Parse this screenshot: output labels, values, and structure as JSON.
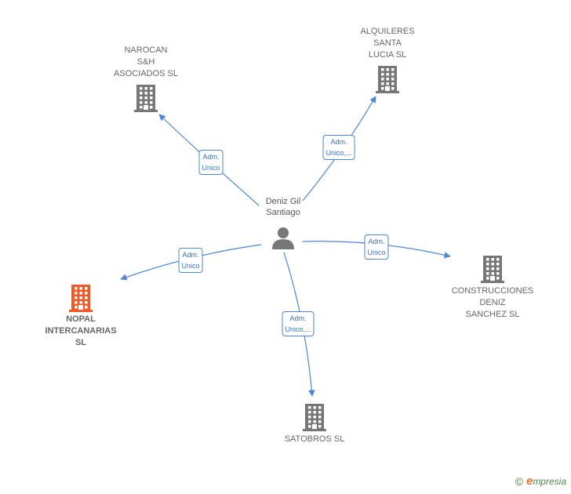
{
  "center": {
    "name_line1": "Deniz Gil",
    "name_line2": "Santiago",
    "icon": "person-icon"
  },
  "nodes": [
    {
      "id": "narocan",
      "label": "NAROCAN\nS&H\nASOCIADOS SL",
      "icon": "building-icon",
      "color": "#777777"
    },
    {
      "id": "alquileres",
      "label": "ALQUILERES\nSANTA\nLUCIA  SL",
      "icon": "building-icon",
      "color": "#777777"
    },
    {
      "id": "construcciones",
      "label": "CONSTRUCCIONES\nDENIZ\nSANCHEZ SL",
      "icon": "building-icon",
      "color": "#777777"
    },
    {
      "id": "satobros",
      "label": "SATOBROS SL",
      "icon": "building-icon",
      "color": "#777777"
    },
    {
      "id": "nopal",
      "label": "NOPAL\nINTERCANARIAS\nSL",
      "icon": "building-icon",
      "color": "#f05a28",
      "focus": true
    }
  ],
  "edges": [
    {
      "to": "narocan",
      "label": "Adm.\nUnico"
    },
    {
      "to": "alquileres",
      "label": "Adm.\nUnico,..."
    },
    {
      "to": "construcciones",
      "label": "Adm.\nUnico"
    },
    {
      "to": "satobros",
      "label": "Adm.\nUnico,..."
    },
    {
      "to": "nopal",
      "label": "Adm.\nUnico"
    }
  ],
  "footer": {
    "copyright": "©",
    "brand_e": "e",
    "brand_rest": "mpresia"
  },
  "colors": {
    "edge": "#4a86d6",
    "person": "#777777"
  }
}
